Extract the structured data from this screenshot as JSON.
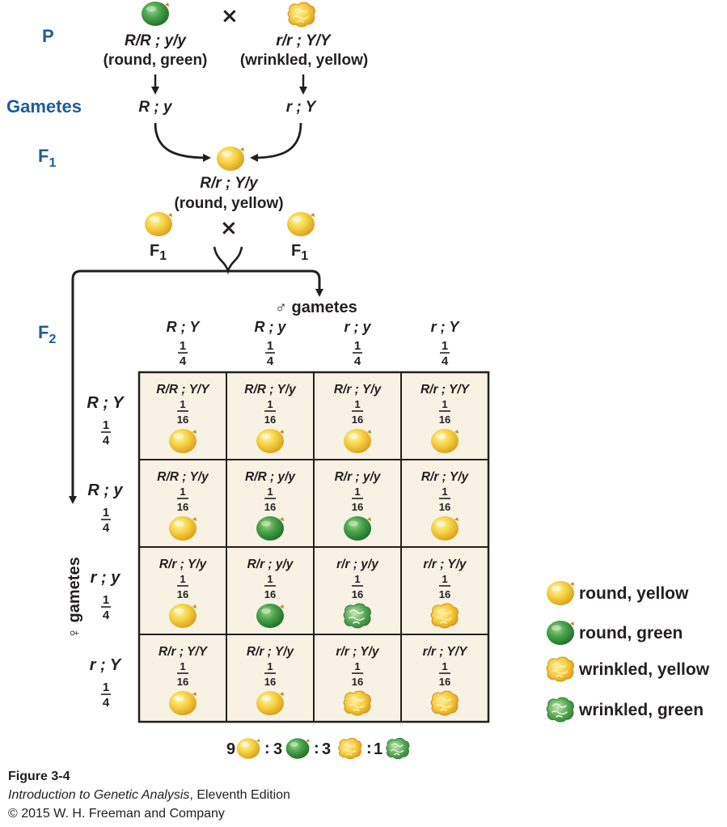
{
  "parental": {
    "label": "P",
    "parent1": {
      "genotype": "R/R ; y/y",
      "phenotype": "(round, green)"
    },
    "parent2": {
      "genotype": "r/r ; Y/Y",
      "phenotype": "(wrinkled, yellow)"
    },
    "cross_symbol": "×"
  },
  "gametes_row": {
    "label": "Gametes",
    "gamete1": "R ; y",
    "gamete2": "r ; Y"
  },
  "f1": {
    "label": "F",
    "label_sub": "1",
    "genotype": "R/r ; Y/y",
    "phenotype": "(round, yellow)",
    "cross_symbol": "×",
    "left_label": "F",
    "left_label_sub": "1",
    "right_label": "F",
    "right_label_sub": "1"
  },
  "f2": {
    "label": "F",
    "label_sub": "2",
    "male_gametes_label": "♂ gametes",
    "female_gametes_label": "♀ gametes",
    "columns": [
      {
        "gamete": "R ; Y",
        "frac_num": "1",
        "frac_den": "4"
      },
      {
        "gamete": "R ; y",
        "frac_num": "1",
        "frac_den": "4"
      },
      {
        "gamete": "r ; y",
        "frac_num": "1",
        "frac_den": "4"
      },
      {
        "gamete": "r ; Y",
        "frac_num": "1",
        "frac_den": "4"
      }
    ],
    "rows": [
      {
        "gamete": "R ; Y",
        "frac_num": "1",
        "frac_den": "4"
      },
      {
        "gamete": "R ; y",
        "frac_num": "1",
        "frac_den": "4"
      },
      {
        "gamete": "r ; y",
        "frac_num": "1",
        "frac_den": "4"
      },
      {
        "gamete": "r ; Y",
        "frac_num": "1",
        "frac_den": "4"
      }
    ],
    "cell_fraction": {
      "num": "1",
      "den": "16"
    },
    "cells": [
      [
        {
          "genotype": "R/R ; Y/Y",
          "pea": "round-yellow"
        },
        {
          "genotype": "R/R ; Y/y",
          "pea": "round-yellow"
        },
        {
          "genotype": "R/r ; Y/y",
          "pea": "round-yellow"
        },
        {
          "genotype": "R/r ; Y/Y",
          "pea": "round-yellow"
        }
      ],
      [
        {
          "genotype": "R/R ; Y/y",
          "pea": "round-yellow"
        },
        {
          "genotype": "R/R ; y/y",
          "pea": "round-green"
        },
        {
          "genotype": "R/r ; y/y",
          "pea": "round-green"
        },
        {
          "genotype": "R/r ; Y/y",
          "pea": "round-yellow"
        }
      ],
      [
        {
          "genotype": "R/r ; Y/y",
          "pea": "round-yellow"
        },
        {
          "genotype": "R/r ; y/y",
          "pea": "round-green"
        },
        {
          "genotype": "r/r ; y/y",
          "pea": "wrinkled-green"
        },
        {
          "genotype": "r/r ; Y/y",
          "pea": "wrinkled-yellow"
        }
      ],
      [
        {
          "genotype": "R/r ; Y/Y",
          "pea": "round-yellow"
        },
        {
          "genotype": "R/r ; Y/y",
          "pea": "round-yellow"
        },
        {
          "genotype": "r/r ; Y/y",
          "pea": "wrinkled-yellow"
        },
        {
          "genotype": "r/r ; Y/Y",
          "pea": "wrinkled-yellow"
        }
      ]
    ],
    "ratio": [
      {
        "count": "9",
        "pea": "round-yellow",
        "sep": ":"
      },
      {
        "count": "3",
        "pea": "round-green",
        "sep": ":"
      },
      {
        "count": "3",
        "pea": "wrinkled-yellow",
        "sep": ":"
      },
      {
        "count": "1",
        "pea": "wrinkled-green",
        "sep": ""
      }
    ]
  },
  "legend": [
    {
      "pea": "round-yellow",
      "label": "round, yellow"
    },
    {
      "pea": "round-green",
      "label": "round, green"
    },
    {
      "pea": "wrinkled-yellow",
      "label": "wrinkled, yellow"
    },
    {
      "pea": "wrinkled-green",
      "label": "wrinkled, green"
    }
  ],
  "colors": {
    "generation_label": "#1f5c99",
    "cell_background": "#f7f2e4",
    "grid_line": "#231f20",
    "yellow_pea": "#f5cf3a",
    "green_pea": "#3f9a45",
    "wrinkled_yellow_pea": "#f3c43a",
    "wrinkled_green_pea": "#5aa858"
  },
  "caption": {
    "figure": "Figure 3-4",
    "book_title": "Introduction to Genetic Analysis",
    "edition": ", Eleventh Edition",
    "copyright": "© 2015 W. H. Freeman and Company"
  }
}
